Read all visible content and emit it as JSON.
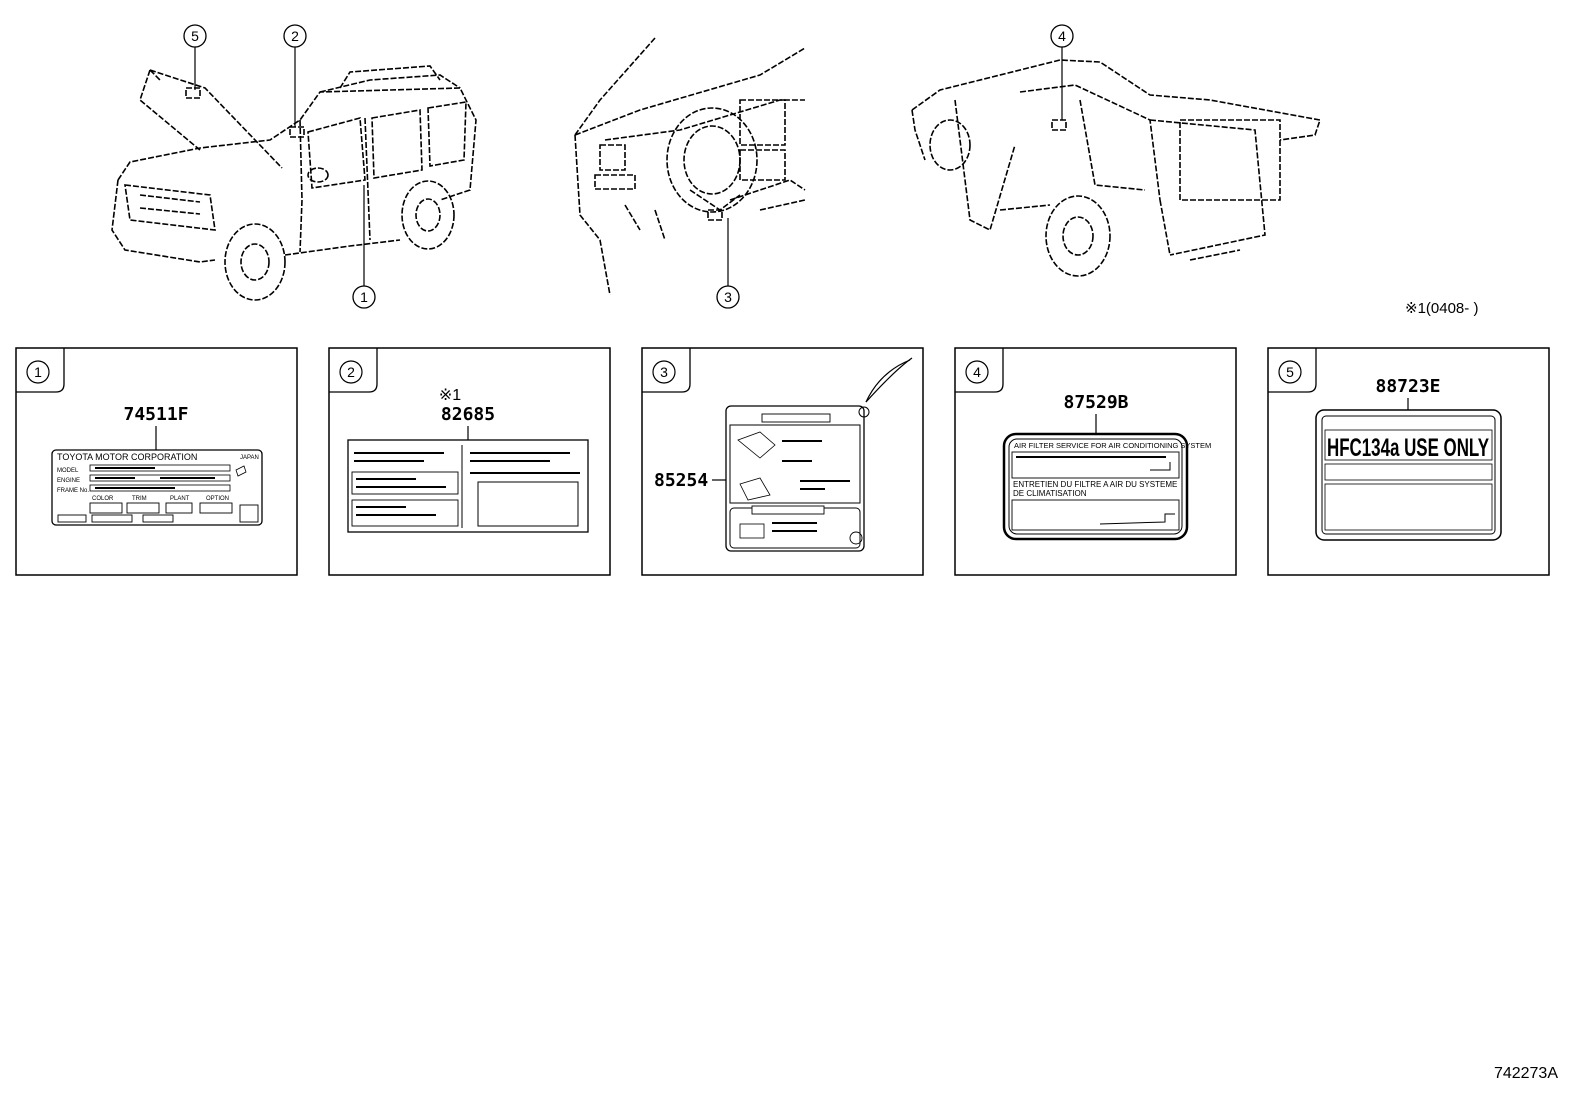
{
  "callouts": {
    "c1": "1",
    "c2": "2",
    "c3": "3",
    "c4": "4",
    "c5": "5"
  },
  "applicability_note": "※1(0408-   )",
  "panels": [
    {
      "index": "1",
      "part_number": "74511F",
      "label_text": {
        "maker": "TOYOTA MOTOR CORPORATION",
        "country": "JAPAN",
        "model": "MODEL",
        "engine": "ENGINE",
        "frame": "FRAME No.",
        "color": "COLOR",
        "trim": "TRIM",
        "plant": "PLANT",
        "option": "OPTION"
      }
    },
    {
      "index": "2",
      "note_mark": "※1",
      "part_number": "82685"
    },
    {
      "index": "3",
      "part_number": "85254"
    },
    {
      "index": "4",
      "part_number": "87529B",
      "label_text": {
        "line1": "AIR FILTER SERVICE FOR AIR CONDITIONING SYSTEM",
        "line2": "ENTRETIEN DU FILTRE A AIR DU SYSTEME",
        "line3": "DE CLIMATISATION"
      }
    },
    {
      "index": "5",
      "part_number": "88723E",
      "label_text": {
        "main": "HFC134a USE ONLY"
      }
    }
  ],
  "diagram_id": "742273A"
}
